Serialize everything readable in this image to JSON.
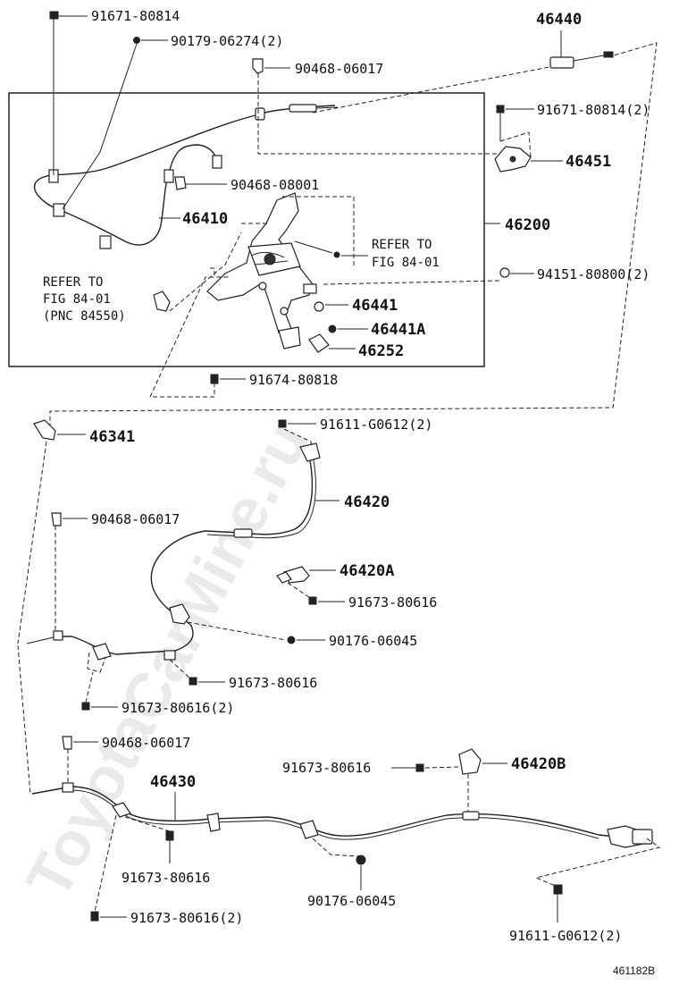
{
  "diagram": {
    "watermark": "ToyotaCarMine.ru",
    "figure_code": "461182B",
    "callouts": {
      "c1": "91671-80814",
      "c2": "90179-06274(2)",
      "c3": "90468-06017",
      "c4": "46440",
      "c5": "91671-80814(2)",
      "c6": "46451",
      "c7": "90468-08001",
      "c8": "46410",
      "c9": "46200",
      "c10": "94151-80800(2)",
      "c11": "46441",
      "c12": "46441A",
      "c13": "46252",
      "c14": "91674-80818",
      "c15": "46341",
      "c16": "91611-G0612(2)",
      "c17": "46420",
      "c18": "90468-06017",
      "c19": "46420A",
      "c20": "91673-80616",
      "c21": "90176-06045",
      "c22": "91673-80616",
      "c23": "91673-80616(2)",
      "c24": "90468-06017",
      "c25": "91673-80616",
      "c26": "46420B",
      "c27": "46430",
      "c28": "91673-80616",
      "c29": "90176-06045",
      "c30": "91673-80616(2)",
      "c31": "91611-G0612(2)"
    },
    "refer_right": [
      "REFER TO",
      "FIG 84-01"
    ],
    "refer_left": [
      "REFER TO",
      "FIG 84-01",
      "(PNC 84550)"
    ]
  }
}
